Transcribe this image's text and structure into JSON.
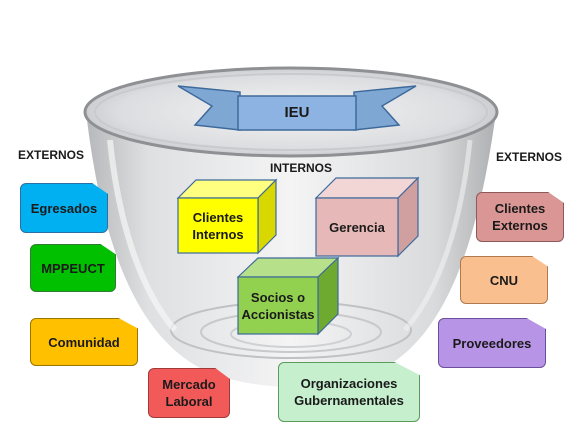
{
  "banner": {
    "label": "IEU"
  },
  "headings": {
    "externos_left": "EXTERNOS",
    "externos_right": "EXTERNOS",
    "internos": "INTERNOS"
  },
  "internal_boxes": {
    "clientes_internos": {
      "label": "Clientes Internos",
      "color": "#ffff00"
    },
    "gerencia": {
      "label": "Gerencia",
      "color": "#e6b8b7"
    },
    "socios": {
      "label": "Socios o Accionistas",
      "color": "#92d050"
    }
  },
  "external_cards": {
    "egresados": {
      "label": "Egresados",
      "color": "#00b0f0"
    },
    "mppeuct": {
      "label": "MPPEUCT",
      "color": "#00c000"
    },
    "comunidad": {
      "label": "Comunidad",
      "color": "#ffc000"
    },
    "mercado": {
      "label": "Mercado Laboral",
      "color": "#f25a5a"
    },
    "organizaciones": {
      "label": "Organizaciones Gubernamentales",
      "color": "#c6efce"
    },
    "clientes_externos": {
      "label": "Clientes Externos",
      "color": "#da9694"
    },
    "cnu": {
      "label": "CNU",
      "color": "#fabf8f"
    },
    "proveedores": {
      "label": "Proveedores",
      "color": "#b794e6"
    }
  }
}
